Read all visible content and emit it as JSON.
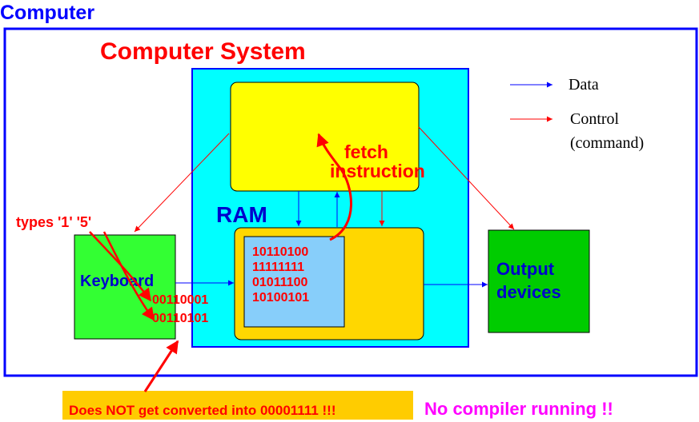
{
  "titles": {
    "computer": "Computer",
    "computer_system": "Computer System"
  },
  "legend": {
    "data_label": "Data",
    "control_label": "Control",
    "control_sub": "(command)"
  },
  "cpu": {
    "label": ""
  },
  "ram": {
    "label": "RAM",
    "memory_contents": [
      "10110100",
      "11111111",
      "01011100",
      "10100101"
    ]
  },
  "keyboard": {
    "label": "Keyboard",
    "codes": [
      "00110001",
      "00110101"
    ]
  },
  "output": {
    "line1": "Output",
    "line2": "devices"
  },
  "annotations": {
    "fetch_line1": "fetch",
    "fetch_line2": "instruction",
    "types": "types '1' '5'",
    "not_converted": "Does NOT get converted into 00001111 !!!",
    "no_compiler": "No compiler running !!"
  },
  "colors": {
    "title_blue": "#0000ff",
    "system_red": "#ff0000",
    "ram_cyan": "#00ffff",
    "cpu_yellow": "#ffff00",
    "memory_gold": "#ffd700",
    "memory_cells": "#87cefa",
    "keyboard_green": "#33ff33",
    "output_green": "#00cc00",
    "warning_bg": "#ffcc00",
    "magenta": "#ff00ff"
  }
}
